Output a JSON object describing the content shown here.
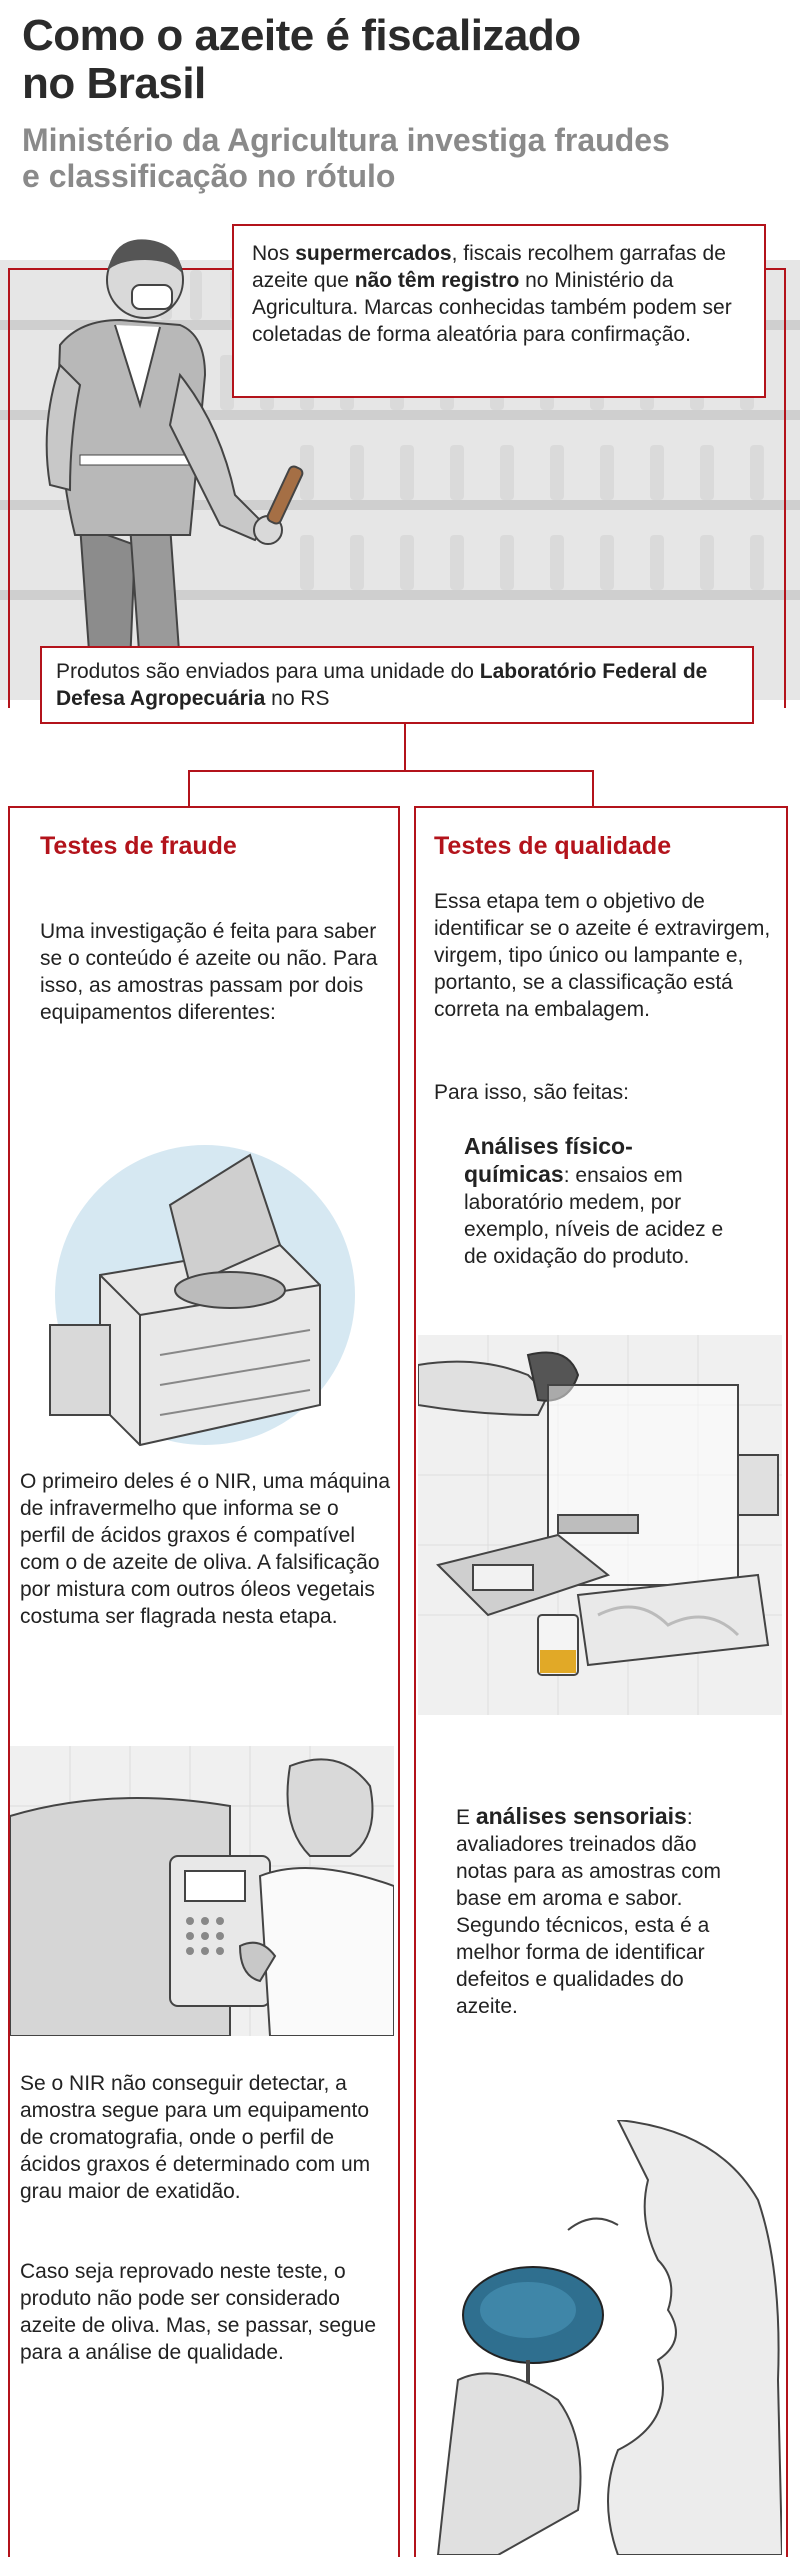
{
  "header": {
    "title_line1": "Como o azeite é fiscalizado",
    "title_line2": "no Brasil",
    "subtitle_line1": "Ministério da Agricultura investiga fraudes",
    "subtitle_line2": "e classificação no rótulo"
  },
  "supermarket": {
    "t1": "Nos ",
    "t2": "supermercados",
    "t3": ", fiscais recolhem garrafas de azeite que ",
    "t4": "não têm registro",
    "t5": " no Ministério da Agricultura. Marcas conhecidas também podem ser coletadas de forma aleatória para confirmação."
  },
  "lab": {
    "t1": "Produtos são enviados para uma unidade do ",
    "t2": "Laboratório Federal de Defesa Agropecuária",
    "t3": " no RS"
  },
  "fraud": {
    "heading": "Testes de fraude",
    "intro": "Uma investigação é feita para saber se o conteúdo é azeite ou não. Para isso, as amostras passam por dois equipamentos diferentes:",
    "nir": "O primeiro deles é o NIR, uma máquina de infravermelho que informa se o perfil de ácidos graxos é compatível com o de azeite de oliva. A falsificação por mistura com outros óleos vegetais costuma ser flagrada nesta etapa.",
    "chromatography": "Se o NIR não conseguir detectar, a amostra segue para um equipamento de cromatografia, onde o perfil de ácidos graxos é determinado com um grau maior de exatidão.",
    "rejected": "Caso seja reprovado neste teste, o produto não pode ser considerado azeite de oliva. Mas, se passar, segue para a análise de qualidade."
  },
  "quality": {
    "heading": "Testes de qualidade",
    "intro": "Essa etapa tem o objetivo de identificar se o azeite é extravirgem, virgem, tipo único ou lampante e, portanto, se a classificação está correta na embalagem.",
    "made": "Para isso, são feitas:",
    "physchem_title": "Análises físico-químicas",
    "physchem_text": ": ensaios em laboratório medem, por exemplo, níveis de acidez e de oxidação do produto.",
    "sensory_pre": "E ",
    "sensory_title": "análises sensoriais",
    "sensory_text": ": avaliadores treinados dão notas para as amostras com base em aroma e sabor. Segundo técnicos, esta é a melhor forma de identificar defeitos e qualidades do azeite."
  },
  "icons": {
    "inspector": "inspector-illustration",
    "nir_machine": "nir-machine-illustration",
    "chromatograph": "chromatograph-illustration",
    "balance": "lab-balance-illustration",
    "taster": "taster-illustration"
  },
  "colors": {
    "accent": "#b3131b",
    "subtitle": "#8a8a8a",
    "glass": "#2f6f8f",
    "oil": "#e1a927"
  }
}
